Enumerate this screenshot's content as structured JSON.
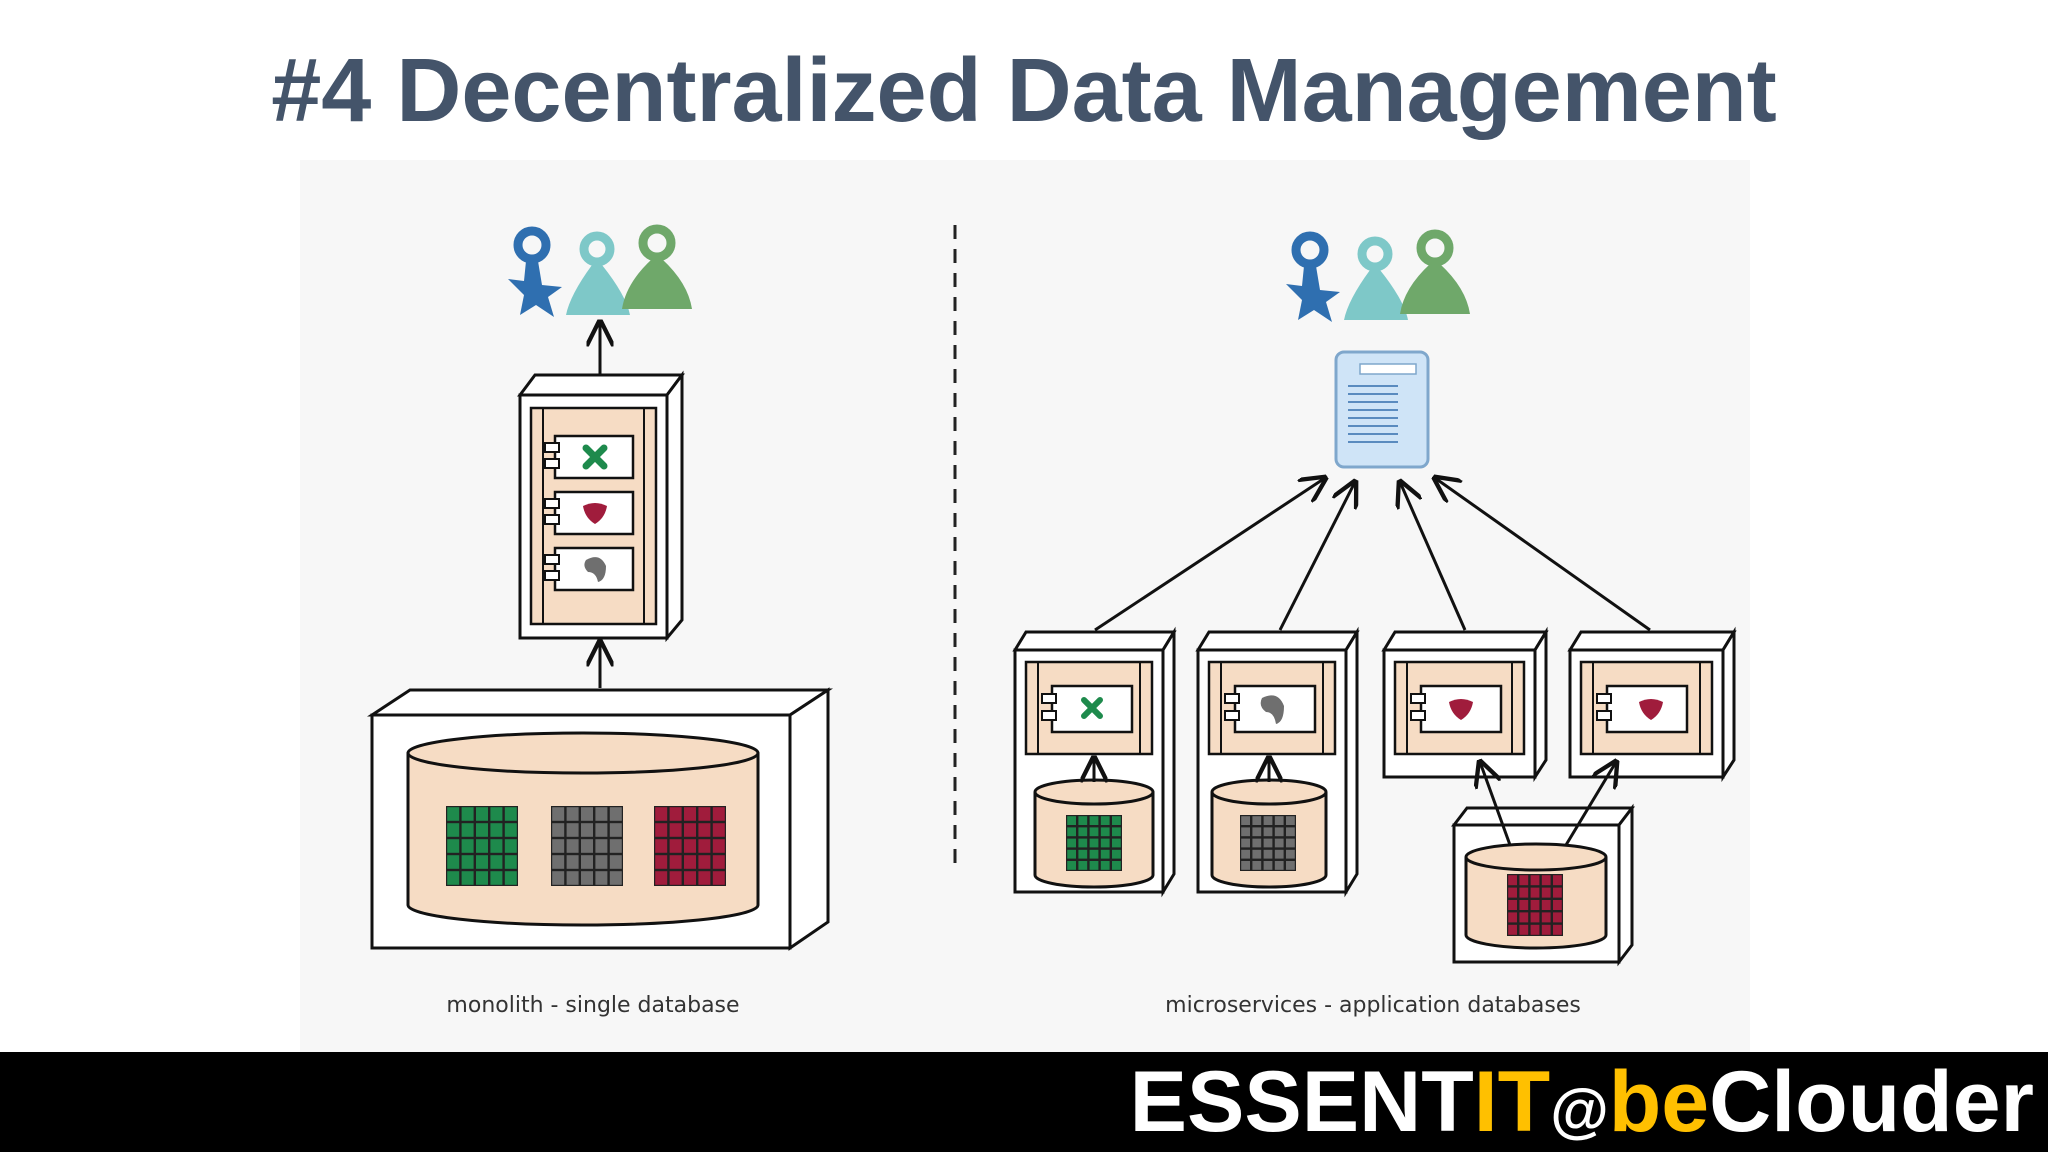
{
  "slide": {
    "title": "#4 Decentralized Data Management"
  },
  "diagram": {
    "left_caption": "monolith - single database",
    "right_caption": "microservices - application databases"
  },
  "brand": {
    "part1": "ESSENT",
    "part2": "IT",
    "part3": "@",
    "part4": "be",
    "part5": "Clouder"
  },
  "colors": {
    "title": "#44546a",
    "brand_white": "#ffffff",
    "brand_yellow": "#ffc000",
    "footer": "#000000",
    "container_fill": "#f6dcc4",
    "green": "#1e8a4c",
    "grey": "#6f6f6f",
    "crimson": "#a01c3c",
    "user_blue": "#2f6fb0",
    "user_teal": "#7ec8c8",
    "user_green": "#6fa86a"
  },
  "icons": [
    "user-group-icon",
    "document-icon",
    "database-icon",
    "component-icon"
  ]
}
